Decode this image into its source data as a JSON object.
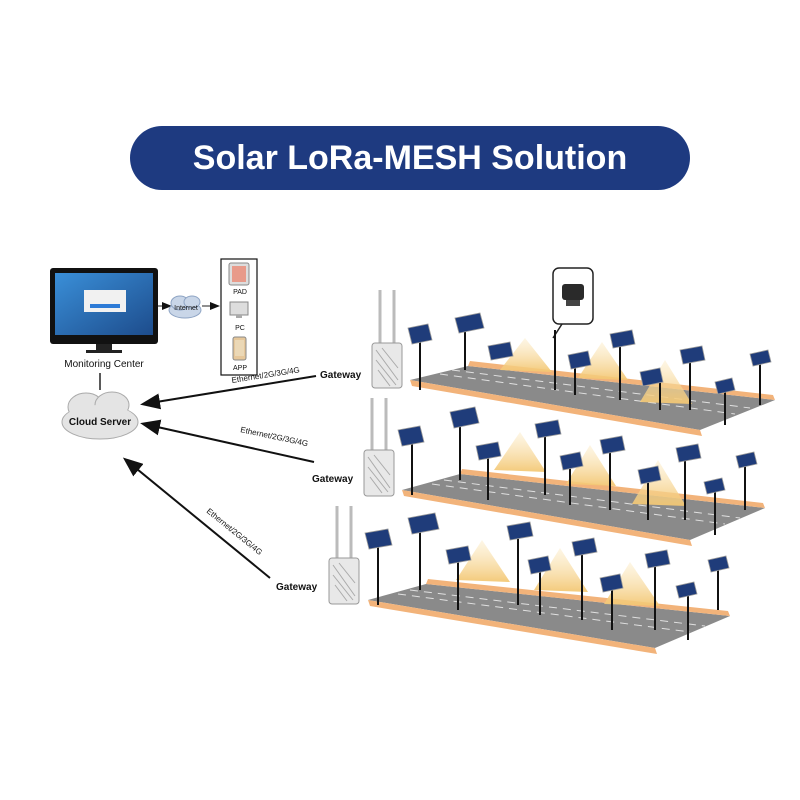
{
  "title": "Solar LoRa-MESH Solution",
  "monitoring": {
    "label": "Monitoring Center"
  },
  "internet": {
    "label": "Internet"
  },
  "devices": [
    {
      "label": "PAD"
    },
    {
      "label": "PC"
    },
    {
      "label": "APP"
    }
  ],
  "cloud": {
    "label": "Cloud Server"
  },
  "links": [
    {
      "label": "Ethernet/2G/3G/4G"
    },
    {
      "label": "Ethernet/2G/3G/4G"
    },
    {
      "label": "Ethernet/2G/3G/4G"
    }
  ],
  "gateways": [
    {
      "label": "Gateway"
    },
    {
      "label": "Gateway"
    },
    {
      "label": "Gateway"
    }
  ],
  "colors": {
    "title_bg": "#1e3a80",
    "road": "#8a8a8a",
    "curb": "#f2b37a",
    "light_cone": "#f7dfa6",
    "panel": "#1f3c7a"
  }
}
